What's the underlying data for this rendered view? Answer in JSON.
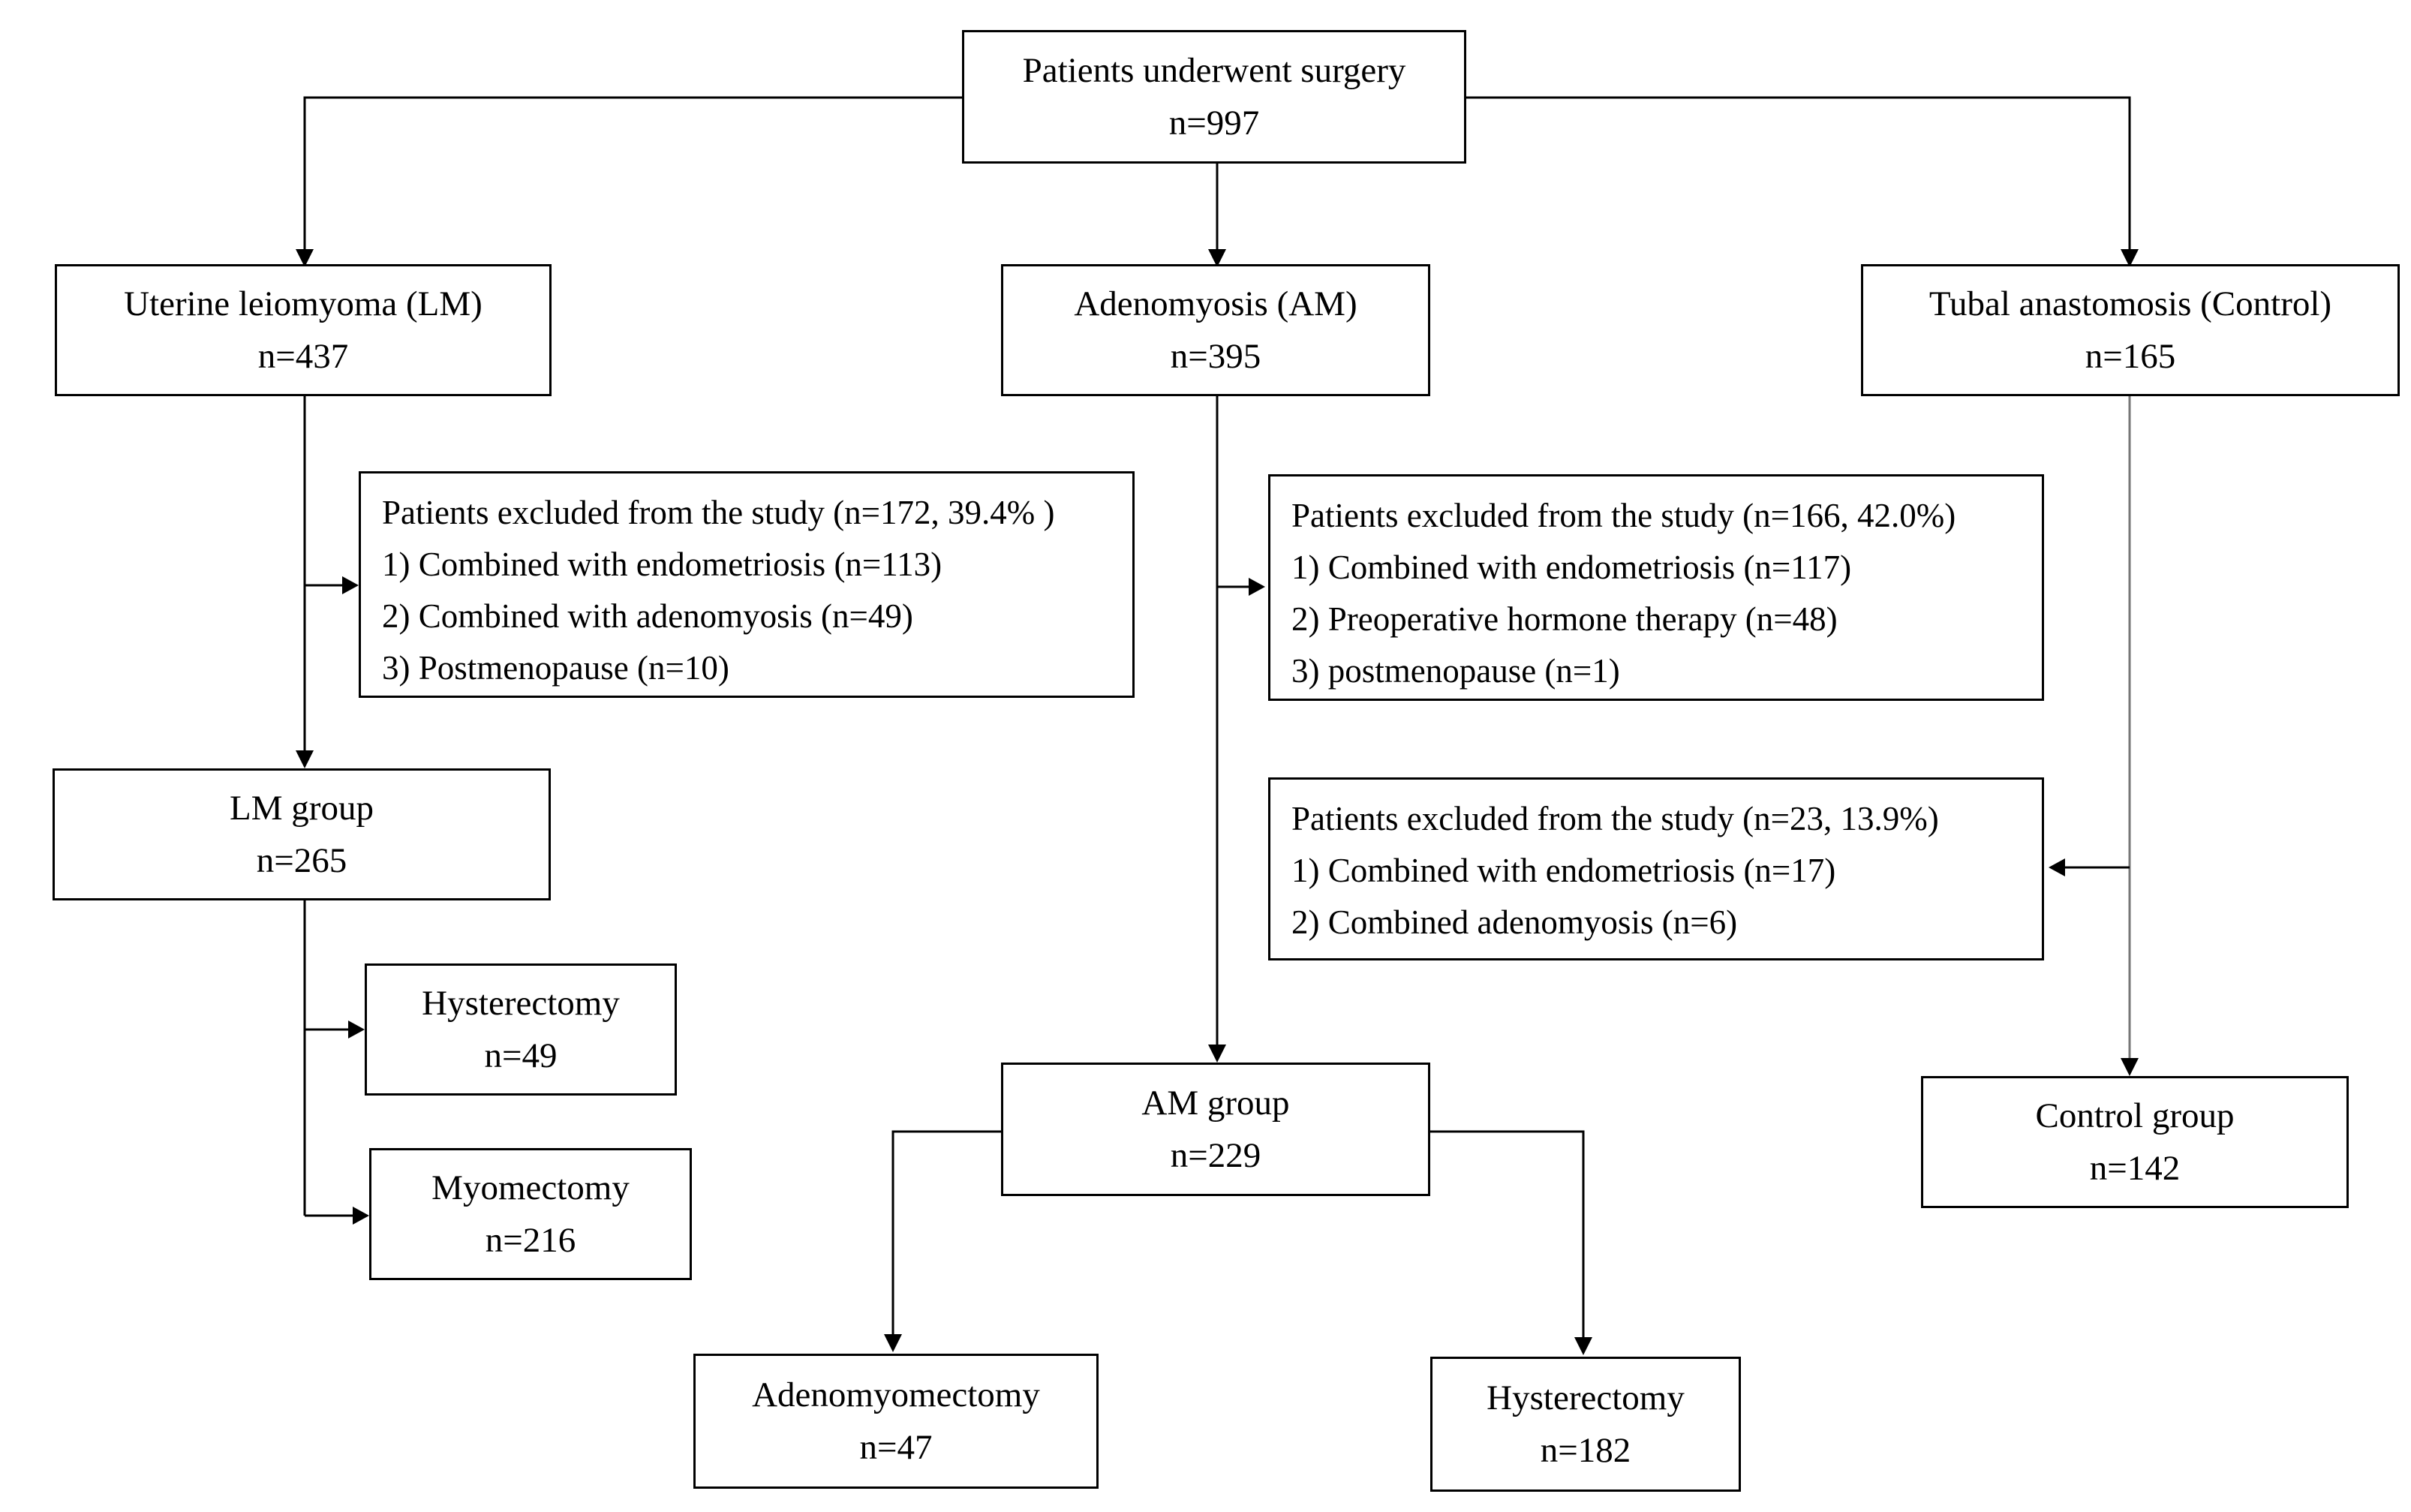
{
  "root": {
    "title": "Patients underwent surgery",
    "n": "n=997"
  },
  "lm": {
    "title": "Uterine leiomyoma (LM)",
    "n": "n=437"
  },
  "am": {
    "title": "Adenomyosis (AM)",
    "n": "n=395"
  },
  "ctrl": {
    "title": "Tubal anastomosis (Control)",
    "n": "n=165"
  },
  "lm_excluded": {
    "title": "Patients excluded from the study (n=172, 39.4% )",
    "items": [
      "1) Combined with endometriosis (n=113)",
      "2) Combined with adenomyosis (n=49)",
      "3) Postmenopause (n=10)"
    ]
  },
  "am_excluded": {
    "title": "Patients excluded from the study (n=166, 42.0%)",
    "items": [
      "1) Combined with endometriosis (n=117)",
      "2) Preoperative hormone therapy (n=48)",
      "3) postmenopause (n=1)"
    ]
  },
  "ctrl_excluded": {
    "title": "Patients excluded from the study (n=23, 13.9%)",
    "items": [
      "1) Combined with endometriosis (n=17)",
      "2) Combined adenomyosis (n=6)"
    ]
  },
  "lm_group": {
    "title": "LM group",
    "n": "n=265"
  },
  "lm_hysterectomy": {
    "title": "Hysterectomy",
    "n": "n=49"
  },
  "lm_myomectomy": {
    "title": "Myomectomy",
    "n": "n=216"
  },
  "am_group": {
    "title": "AM group",
    "n": "n=229"
  },
  "am_adenomyomectomy": {
    "title": "Adenomyomectomy",
    "n": "n=47"
  },
  "am_hysterectomy": {
    "title": "Hysterectomy",
    "n": "n=182"
  },
  "control_group": {
    "title": "Control group",
    "n": "n=142"
  }
}
